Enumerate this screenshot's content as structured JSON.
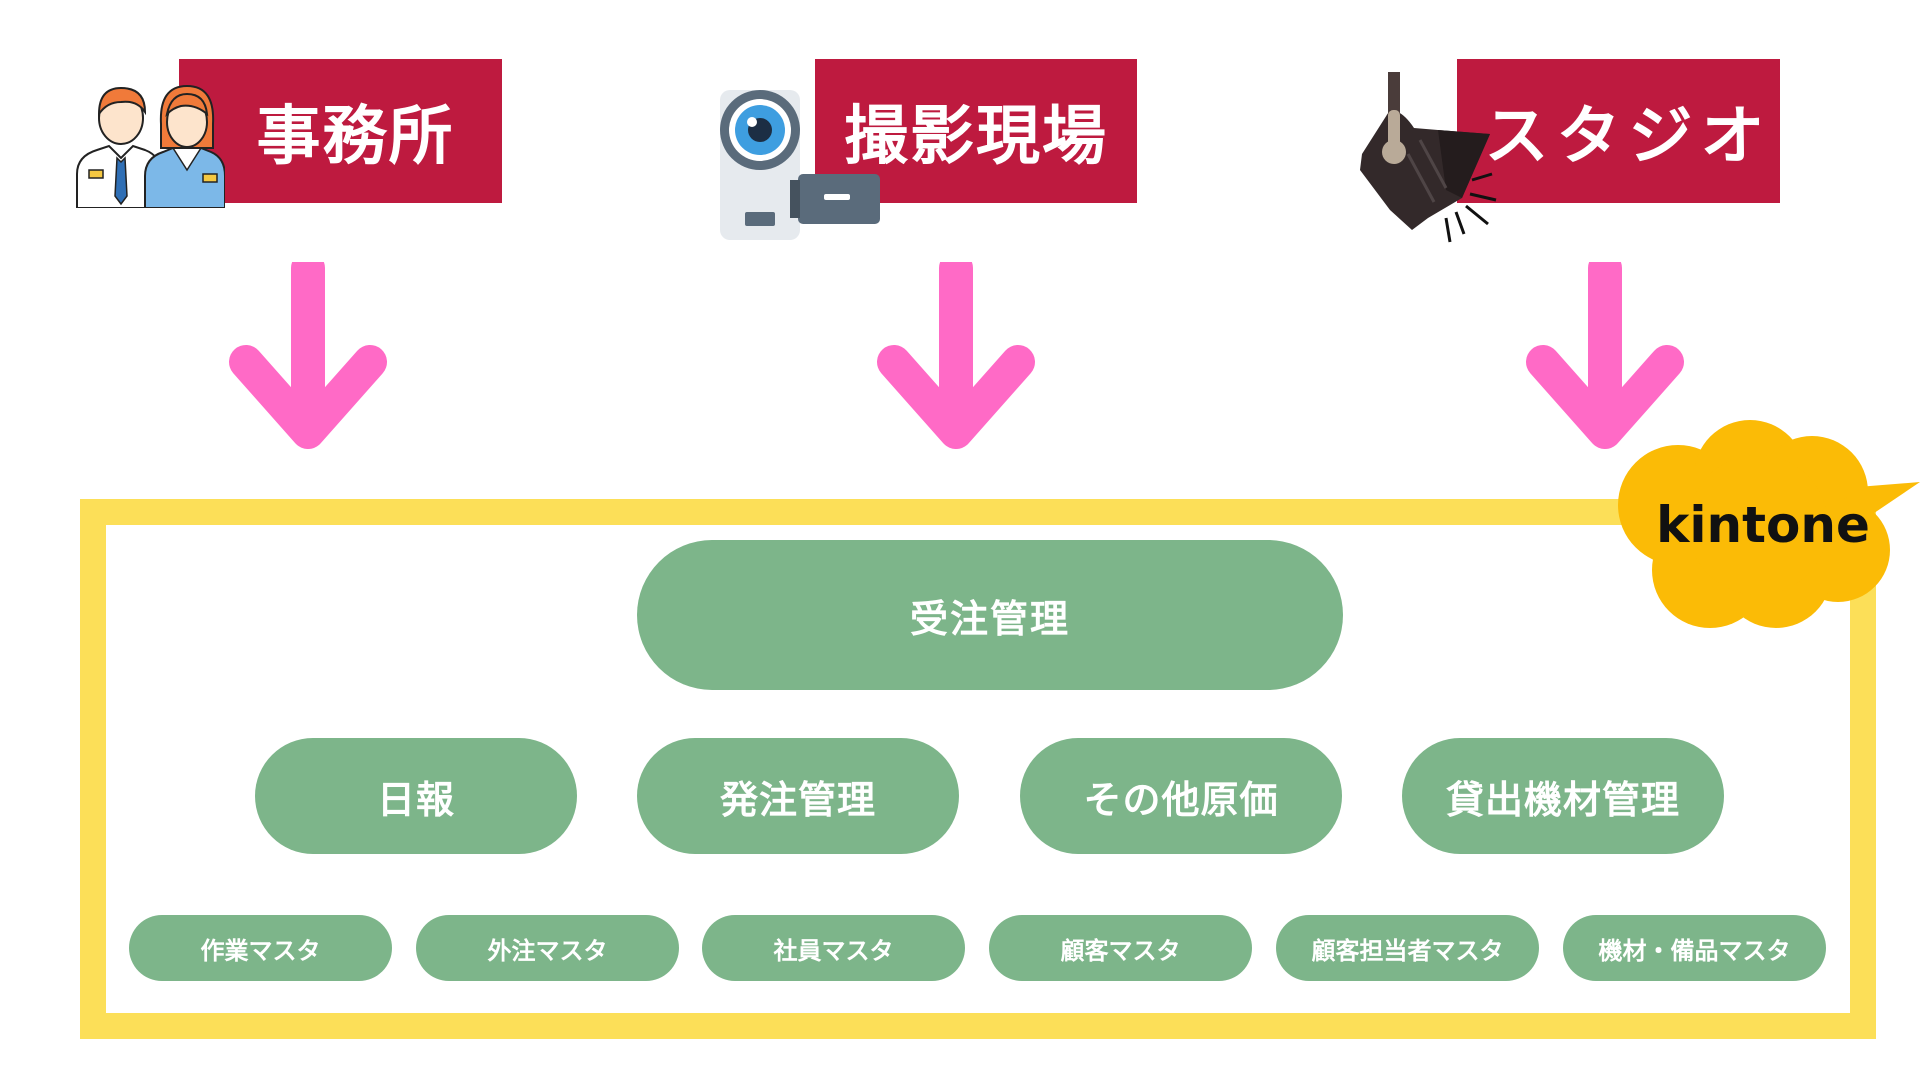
{
  "sources": {
    "office": {
      "label": "事務所"
    },
    "location": {
      "label": "撮影現場"
    },
    "studio": {
      "label": "スタジオ"
    }
  },
  "platform": {
    "badge": "kintone"
  },
  "apps": {
    "top": "受注管理",
    "middle": [
      "日報",
      "発注管理",
      "その他原価",
      "貸出機材管理"
    ],
    "masters": [
      "作業マスタ",
      "外注マスタ",
      "社員マスタ",
      "顧客マスタ",
      "顧客担当者マスタ",
      "機材・備品マスタ"
    ]
  },
  "colors": {
    "label_background": "#be1a3f",
    "arrow": "#ff6ac6",
    "frame": "#fcdf58",
    "badge": "#fbbb06",
    "pill": "#7db58a"
  },
  "icons": {
    "office": "office-workers-icon",
    "location": "video-camera-icon",
    "studio": "stage-spotlight-icon"
  }
}
